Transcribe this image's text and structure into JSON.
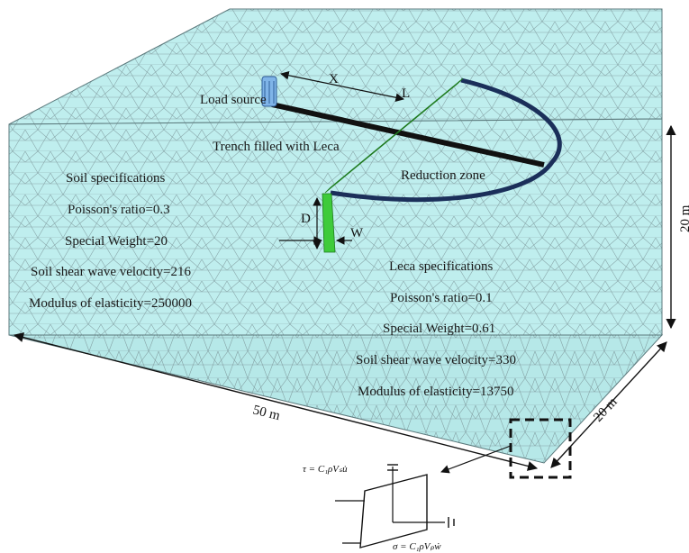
{
  "labels": {
    "load_source": "Load source",
    "x": "X",
    "l": "L",
    "trench": "Trench filled with Leca",
    "reduction_zone": "Reduction zone",
    "d": "D",
    "w": "W"
  },
  "soil": {
    "heading": "Soil specifications",
    "poisson": "Poisson's ratio=0.3",
    "weight": "Special Weight=20",
    "shear": "Soil shear wave velocity=216",
    "modulus": "Modulus of elasticity=250000"
  },
  "leca": {
    "heading": "Leca specifications",
    "poisson": "Poisson's ratio=0.1",
    "weight": "Special Weight=0.61",
    "shear": "Soil shear wave velocity=330",
    "modulus": "Modulus of elasticity=13750"
  },
  "dimensions": {
    "length": "50 m",
    "width": "20 m",
    "height": "20 m"
  },
  "boundary": {
    "tau": "τ = C₁ρVₛu̇",
    "sigma": "σ = C₁ρVₚẇ"
  },
  "colors": {
    "soil": "#bfeeee",
    "mesh": "#8aa8ab",
    "trench": "#3ecb3a",
    "zone_border": "#1b2f5a",
    "load_line": "#111111",
    "load_source": "#7fb4e8"
  }
}
